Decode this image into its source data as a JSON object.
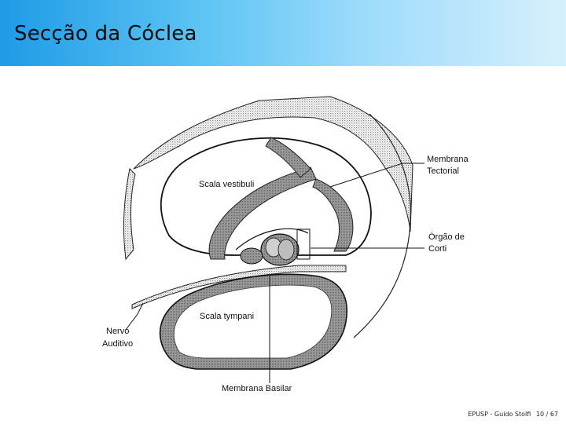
{
  "slide": {
    "title": "Secção da Cóclea"
  },
  "diagram": {
    "labels": {
      "membrana_tectorial_line1": "Membrana",
      "membrana_tectorial_line2": "Tectorial",
      "orgao_corti_line1": "Órgão de",
      "orgao_corti_line2": "Corti",
      "scala_vestibuli": "Scala vestibuli",
      "scala_tympani": "Scala tympani",
      "nervo_line1": "Nervo",
      "nervo_line2": "Auditivo",
      "membrana_basilar": "Membrana Basilar"
    }
  },
  "footer": {
    "credit": "EPUSP - Guido Stolfi",
    "page": "10 / 67"
  }
}
